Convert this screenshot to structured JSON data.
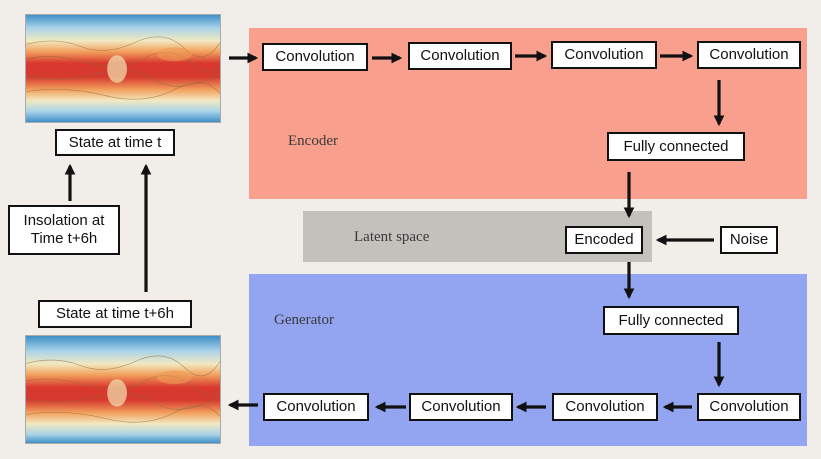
{
  "regions": {
    "encoder": "Encoder",
    "latent": "Latent space",
    "generator": "Generator"
  },
  "left": {
    "state_t": "State at time t",
    "insolation": "Insolation at Time t+6h",
    "state_t6": "State at time t+6h"
  },
  "encoder": {
    "conv1": "Convolution",
    "conv2": "Convolution",
    "conv3": "Convolution",
    "conv4": "Convolution",
    "fc": "Fully connected"
  },
  "latent": {
    "encoded": "Encoded",
    "noise": "Noise"
  },
  "generator": {
    "fc": "Fully connected",
    "conv1": "Convolution",
    "conv2": "Convolution",
    "conv3": "Convolution",
    "conv4": "Convolution"
  },
  "colors": {
    "encoder_bg": "#f8a08d",
    "latent_bg": "#c4c1bd",
    "generator_bg": "#93a4f0"
  }
}
